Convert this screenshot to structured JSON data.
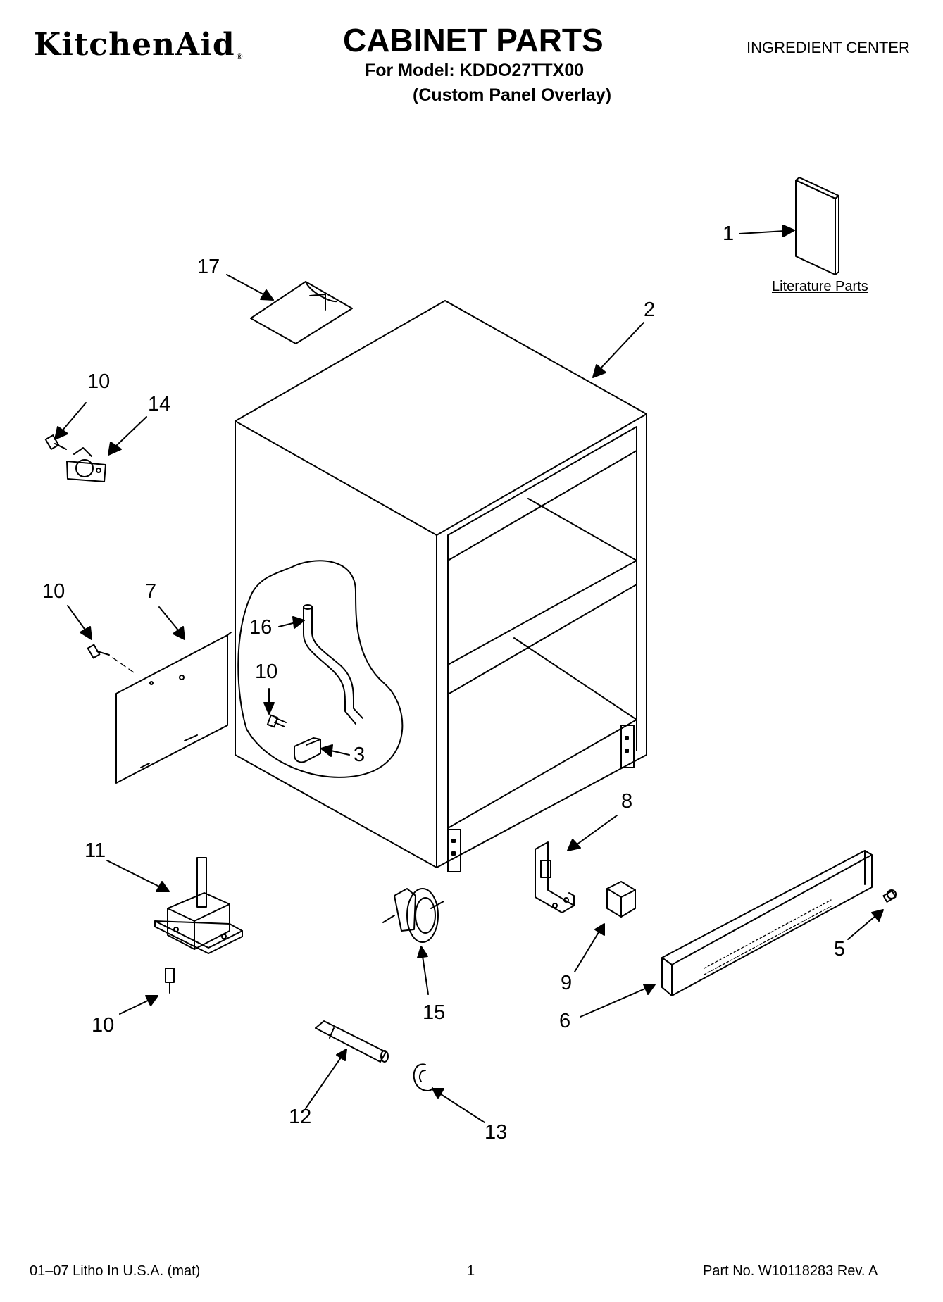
{
  "header": {
    "brand": "KitchenAid",
    "brand_mark": "®",
    "title": "CABINET PARTS",
    "model_line": "For Model: KDDO27TTX00",
    "subtitle": "(Custom Panel Overlay)",
    "section": "INGREDIENT CENTER"
  },
  "literature_label": "Literature Parts",
  "callouts": {
    "c1": "1",
    "c2": "2",
    "c3": "3",
    "c5": "5",
    "c6": "6",
    "c7": "7",
    "c8": "8",
    "c9": "9",
    "c10a": "10",
    "c10b": "10",
    "c10c": "10",
    "c10d": "10",
    "c11": "11",
    "c12": "12",
    "c13": "13",
    "c14": "14",
    "c15": "15",
    "c16": "16",
    "c17": "17"
  },
  "footer": {
    "left": "01–07 Litho In U.S.A. (mat)",
    "page": "1",
    "right": "Part No. W10118283 Rev. A"
  }
}
